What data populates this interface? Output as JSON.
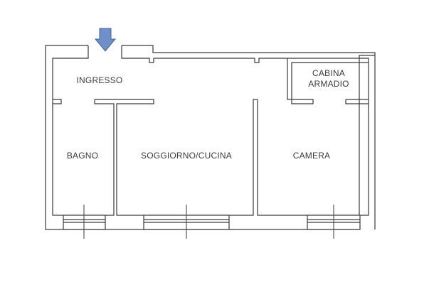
{
  "rooms": {
    "ingresso": "INGRESSO",
    "bagno": "BAGNO",
    "soggiorno": "SOGGIORNO/CUCINA",
    "camera": "CAMERA",
    "cabina_line1": "CABINA",
    "cabina_line2": "ARMADIO"
  },
  "colors": {
    "wall": "#3a3a3a",
    "entrance_arrow": "#6f8fc9",
    "entrance_arrow_stroke": "#45629a"
  },
  "icons": {
    "entrance": "arrow-down-icon"
  }
}
